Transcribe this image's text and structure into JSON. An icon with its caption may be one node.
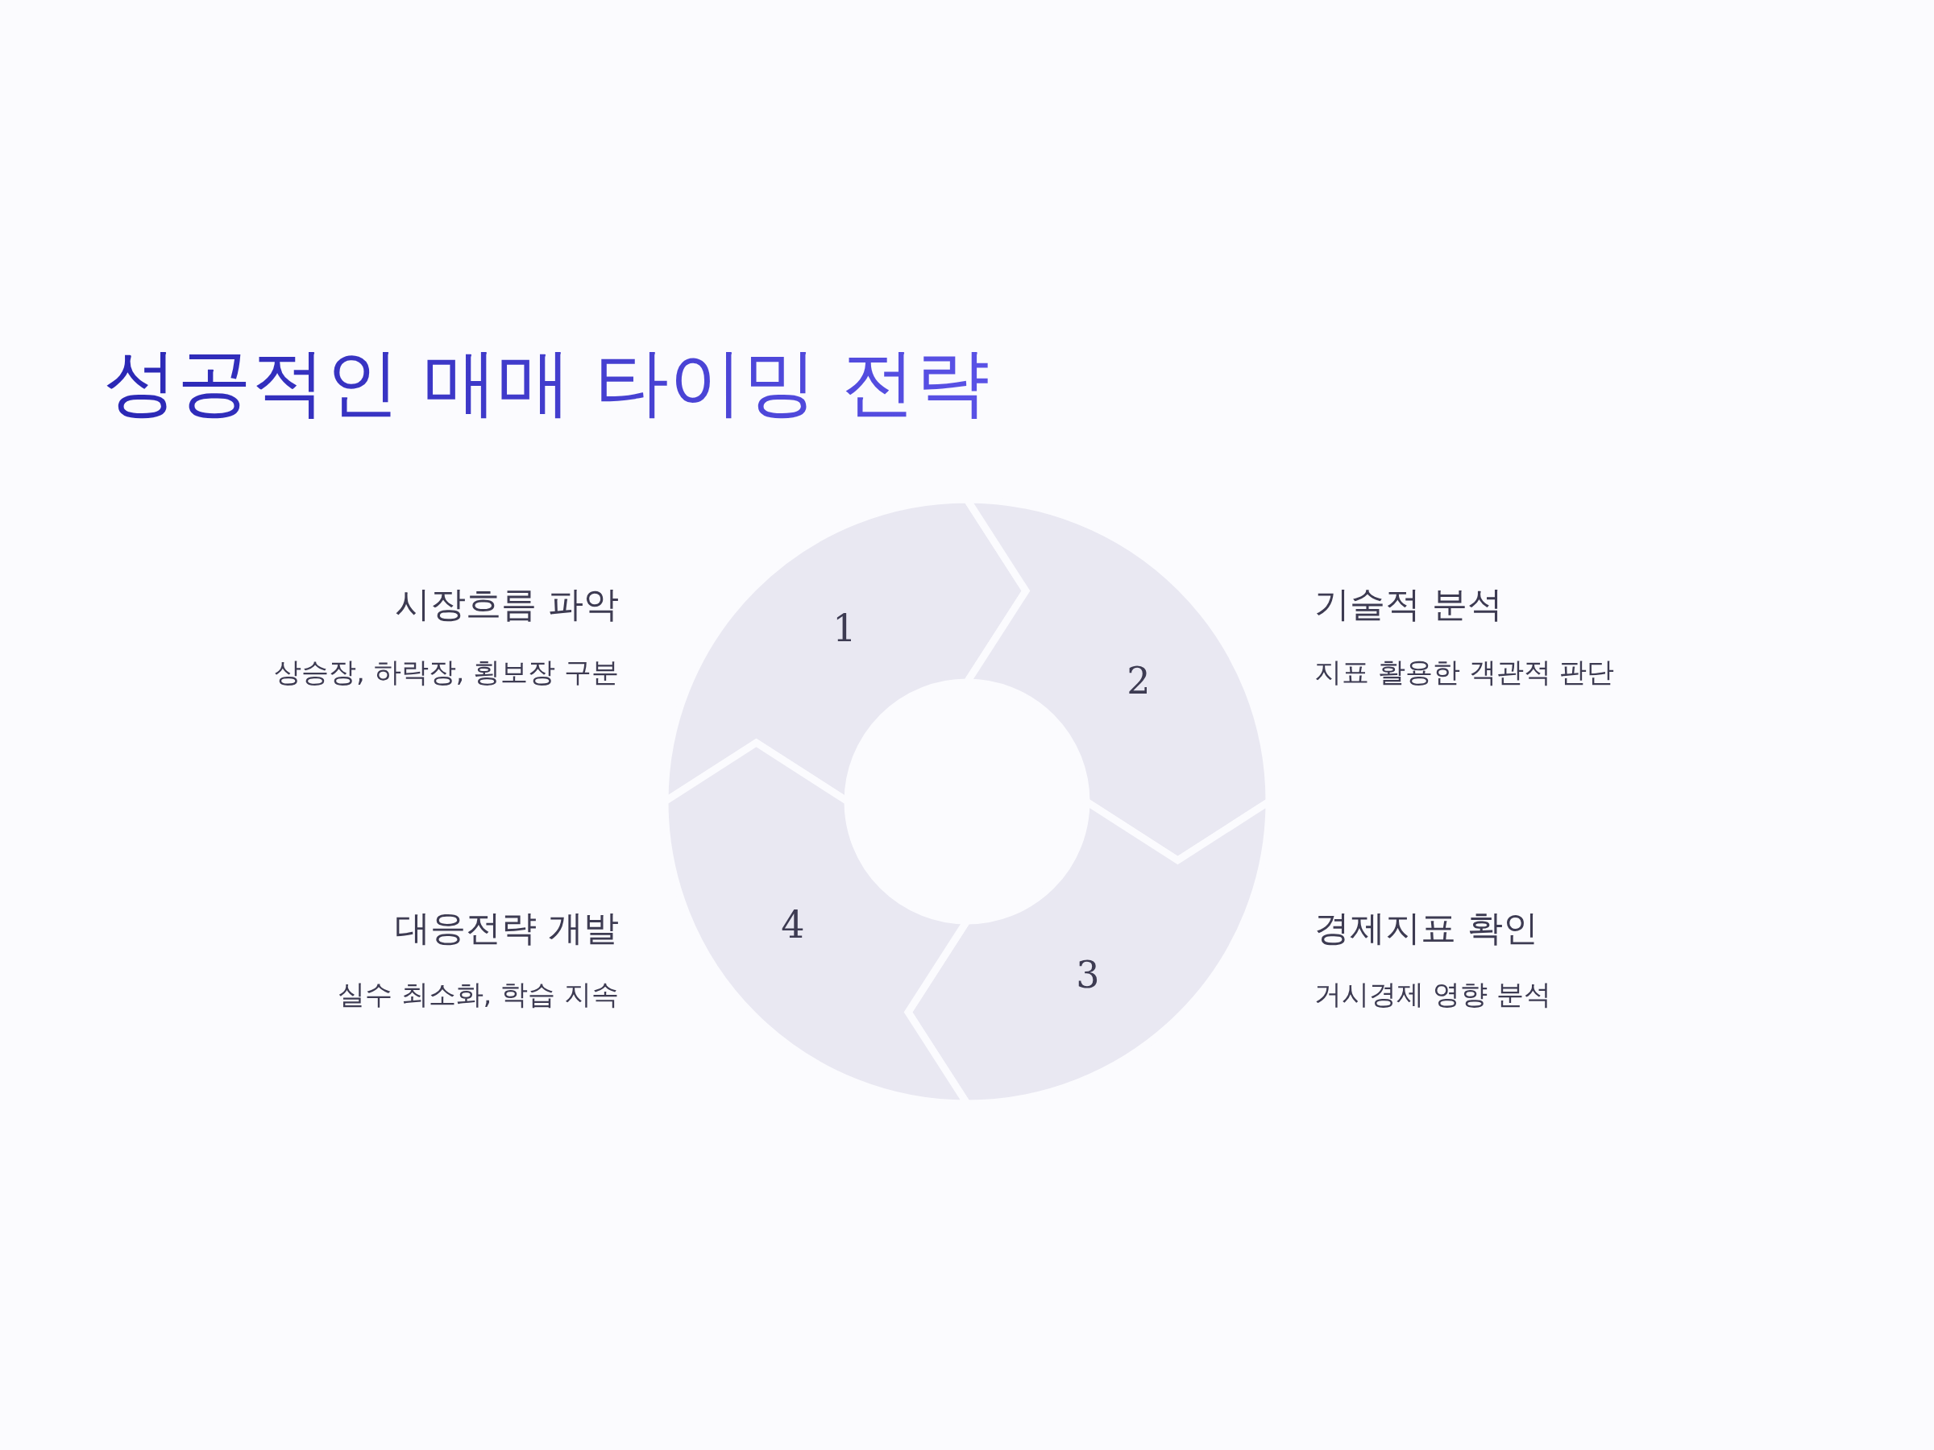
{
  "diagram": {
    "title": "성공적인 매매 타이밍 전략",
    "nodes": [
      {
        "text": [
          "1"
        ],
        "beside": [
          "시장흐름 파악",
          "상승장, 하락장, 횡보장 구분"
        ]
      },
      {
        "text": [
          "2"
        ],
        "beside": [
          "기술적 분석",
          "지표 활용한 객관적 판단"
        ]
      },
      {
        "text": [
          "3"
        ],
        "beside": [
          "경제지표 확인",
          "거시경제 영향 분석"
        ]
      },
      {
        "text": [
          "4"
        ],
        "beside": [
          "대응전략 개발",
          "실수 최소화, 학습 지속"
        ]
      }
    ]
  }
}
